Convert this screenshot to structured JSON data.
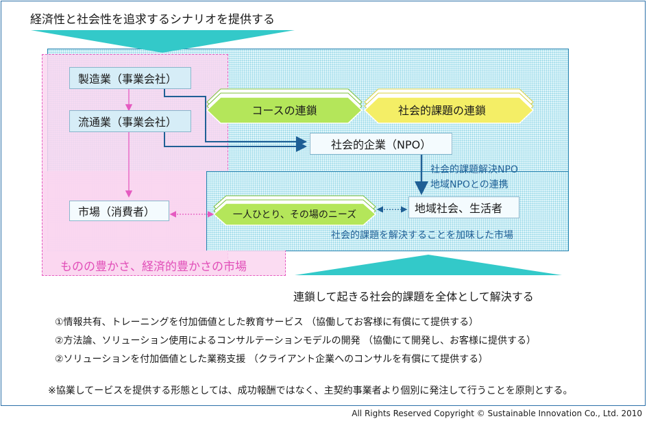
{
  "header": {
    "top_text": "経済性と社会性を追求するシナリオを提供する"
  },
  "diagram": {
    "boxes": {
      "manufacturing": "製造業（事業会社）",
      "distribution": "流通業（事業会社）",
      "market": "市場（消費者）",
      "social_enterprise": "社会的企業（NPO）",
      "community": "地域社会、生活者"
    },
    "chains": {
      "course": "コースの連鎖",
      "social": "社会的課題の連鎖",
      "needs": "一人ひとり、その場のニーズ"
    },
    "npo_notes": {
      "line1": "社会的課題解決NPO",
      "line2": "地域NPOとの連携"
    },
    "social_market": "社会的課題を解決することを加味した市場",
    "pink_label": "ものの豊かさ、経済的豊かさの市場",
    "bottom_text": "連鎖して起きる社会的課題を全体として解決する"
  },
  "services": [
    "①情報共有、トレーニングを付加価値とした教育サービス （協働してお客様に有償にて提供する）",
    "②方法論、ソリューション使用によるコンサルテーションモデルの開発 （協働にて開発し、お客様に提供する）",
    "②ソリューションを付加価値とした業務支援 （クライアント企業へのコンサルを有償にて提供する）"
  ],
  "footnote": "※協業してービスを提供する形態としては、成功報酬ではなく、主契約事業者より個別に発注して行うことを原則とする。",
  "copyright": "All Rights Reserved Copyright ©  Sustainable Innovation Co., Ltd.  2010",
  "colors": {
    "teal_arrow": "#33c9c9",
    "pink_border": "#e55ac0",
    "blue_connector": "#1f5f95",
    "chain_green": "#b4e65a",
    "chain_yellow": "#f4ee66"
  }
}
